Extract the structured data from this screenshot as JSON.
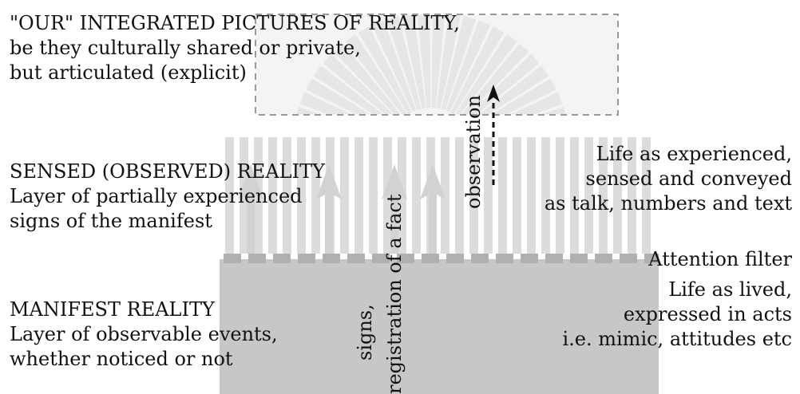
{
  "colors": {
    "manifest_fill": "#c7c7c7",
    "stripe_fill": "#dcdcdc",
    "upward_arrow_fill": "#d2d2d2",
    "filter_dash": "#b0b0b0",
    "picture_fill": "#e6e6e6",
    "picture_border": "#9a9a9a",
    "text": "#111111"
  },
  "pictures": {
    "line1": "\"OUR\" INTEGRATED PICTURES OF REALITY,",
    "line2": "be they culturally shared or private,",
    "line3": "but articulated (explicit)"
  },
  "sensed": {
    "line1": "SENSED (OBSERVED) REALITY",
    "line2": "Layer of partially experienced",
    "line3": "signs of the manifest"
  },
  "manifest": {
    "line1": "MANIFEST REALITY",
    "line2": "Layer of observable events,",
    "line3": "whether noticed or not"
  },
  "experienced": {
    "line1": "Life as experienced,",
    "line2": "sensed and conveyed",
    "line3": "as talk, numbers and text"
  },
  "filter_label": "Attention filter",
  "lived": {
    "line1": "Life as lived,",
    "line2": "expressed in acts",
    "line3": "i.e. mimic, attitudes etc"
  },
  "arrows": {
    "signs": "signs,",
    "registration": "registration of a fact",
    "observation": "observation"
  }
}
